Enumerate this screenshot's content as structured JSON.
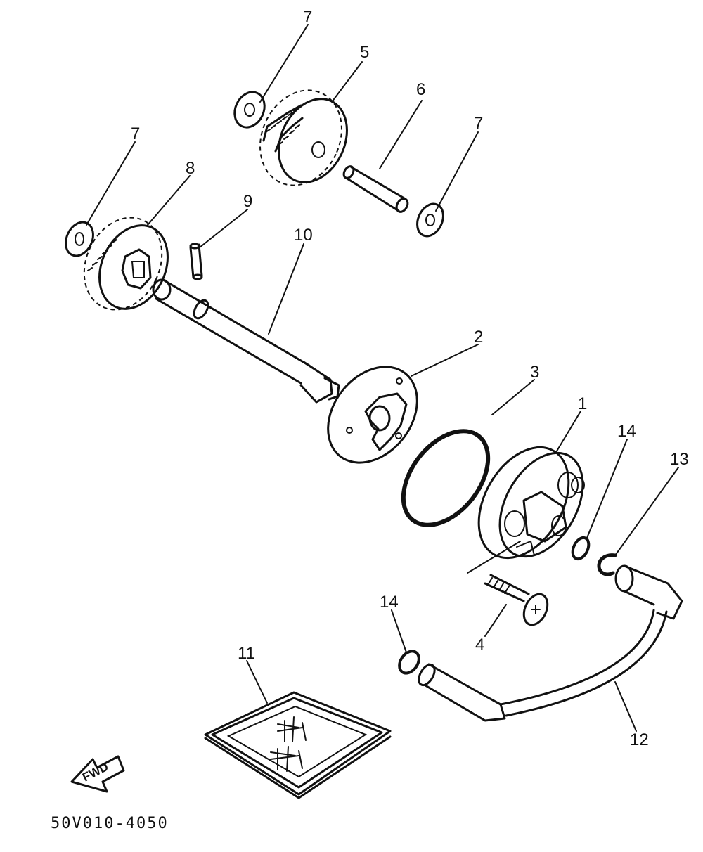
{
  "callouts": {
    "c1": "1",
    "c2": "2",
    "c3": "3",
    "c4": "4",
    "c5": "5",
    "c6": "6",
    "c7a": "7",
    "c7b": "7",
    "c7c": "7",
    "c8": "8",
    "c9": "9",
    "c10": "10",
    "c11": "11",
    "c12": "12",
    "c13": "13",
    "c14a": "14",
    "c14b": "14"
  },
  "direction_label": "FWD",
  "diagram_code": "50V010-4050",
  "line_color": "#111111"
}
